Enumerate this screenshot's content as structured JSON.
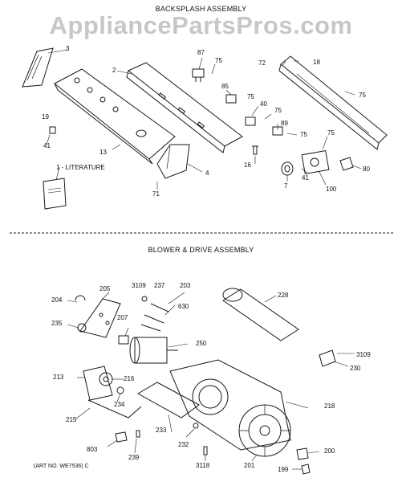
{
  "watermark": "AppliancePartsPros.com",
  "sections": {
    "backsplash_title": "BACKSPLASH ASSEMBLY",
    "blower_title": "BLOWER & DRIVE ASSEMBLY"
  },
  "literature_label": "1 - LITERATURE",
  "footnote": "(ART NO. WE7536) C",
  "colors": {
    "line": "#1a1a1a",
    "watermark": "#9a9a9a",
    "background": "#ffffff"
  },
  "callouts": {
    "backsplash": [
      "3",
      "2",
      "87",
      "75",
      "72",
      "18",
      "75",
      "85",
      "75",
      "40",
      "75",
      "89",
      "75",
      "75",
      "19",
      "41",
      "13",
      "4",
      "16",
      "7",
      "41",
      "100",
      "80",
      "71"
    ],
    "blower": [
      "3109",
      "237",
      "203",
      "205",
      "228",
      "204",
      "630",
      "235",
      "207",
      "250",
      "3109",
      "230",
      "213",
      "216",
      "234",
      "218",
      "233",
      "215",
      "803",
      "239",
      "232",
      "200",
      "3118",
      "201",
      "199"
    ]
  }
}
